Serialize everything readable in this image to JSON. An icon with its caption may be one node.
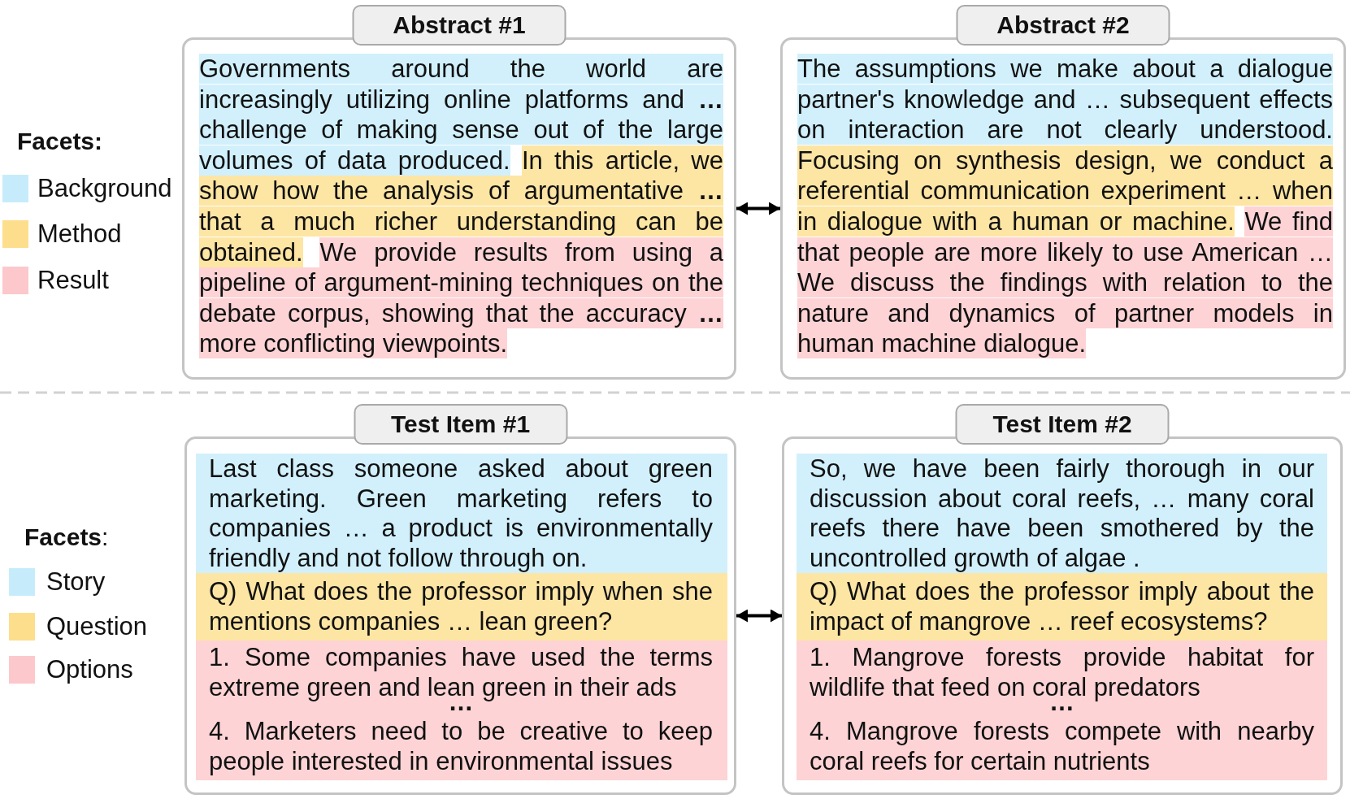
{
  "diagram": {
    "nodes": [
      {
        "text": [
          "Abstract #1",
          "Governments around the world are increasingly utilizing online platforms and **…** challenge of making sense out of the large volumes of data produced.",
          "In this article, we show how the analysis of argumentative **…** that a much richer understanding can be obtained.",
          "We provide results from using a pipeline of argument-mining techniques on the debate corpus, showing that the accuracy **…** more conflicting viewpoints."
        ]
      },
      {
        "text": [
          "Abstract #2",
          "The assumptions we make about a dialogue partner's knowledge and … subsequent effects on interaction are not clearly understood.",
          "Focusing on synthesis design, we conduct a referential communication experiment … when in dialogue with a human or machine.",
          "We find that people are more likely to use American … We discuss the findings with relation to the nature and dynamics of partner models in human machine dialogue."
        ]
      },
      {
        "text": [
          "Test Item #1"
        ]
      },
      {
        "text": [
          "Last class someone asked about green marketing. Green marketing refers to companies … a product is environmentally friendly and not follow through on."
        ],
        "in": 2
      },
      {
        "text": [
          "Q) What does the professor imply when she mentions companies … lean green?"
        ],
        "in": 2
      },
      {
        "text": [
          "1. Some companies have used the terms extreme green and lean green in their ads",
          "…",
          "4. Marketers need to be creative to keep people interested in environmental issues"
        ],
        "in": 2
      },
      {
        "text": [
          "Test Item #2"
        ]
      },
      {
        "text": [
          "So, we have been fairly thorough in our discussion about coral reefs, … many coral reefs there have been smothered by the uncontrolled growth of algae ."
        ],
        "in": 6
      },
      {
        "text": [
          "Q) What does the professor imply about the impact of mangrove … reef ecosystems?"
        ],
        "in": 6
      },
      {
        "text": [
          "1. Mangrove forests provide habitat for wildlife that feed on coral predators",
          "…",
          "4. Mangrove forests compete with nearby coral reefs for certain nutrients"
        ],
        "in": 6
      }
    ],
    "edges": [
      {
        "from": 0,
        "to": 1,
        "arrow": "both"
      },
      {
        "from": 2,
        "to": 6,
        "arrow": "both"
      }
    ],
    "labels": [
      "Facets:",
      "**Facets**:"
    ],
    "legend": [
      {
        "text": "Background",
        "color": "#c6ecfb"
      },
      {
        "text": "Method",
        "color": "#fdde8c"
      },
      {
        "text": "Result",
        "color": "#fdc8cb"
      },
      {
        "text": "Story",
        "color": "#c6ecfb"
      },
      {
        "text": "Question",
        "color": "#fdde8c"
      },
      {
        "text": "Options",
        "color": "#fdc8cb"
      }
    ]
  }
}
